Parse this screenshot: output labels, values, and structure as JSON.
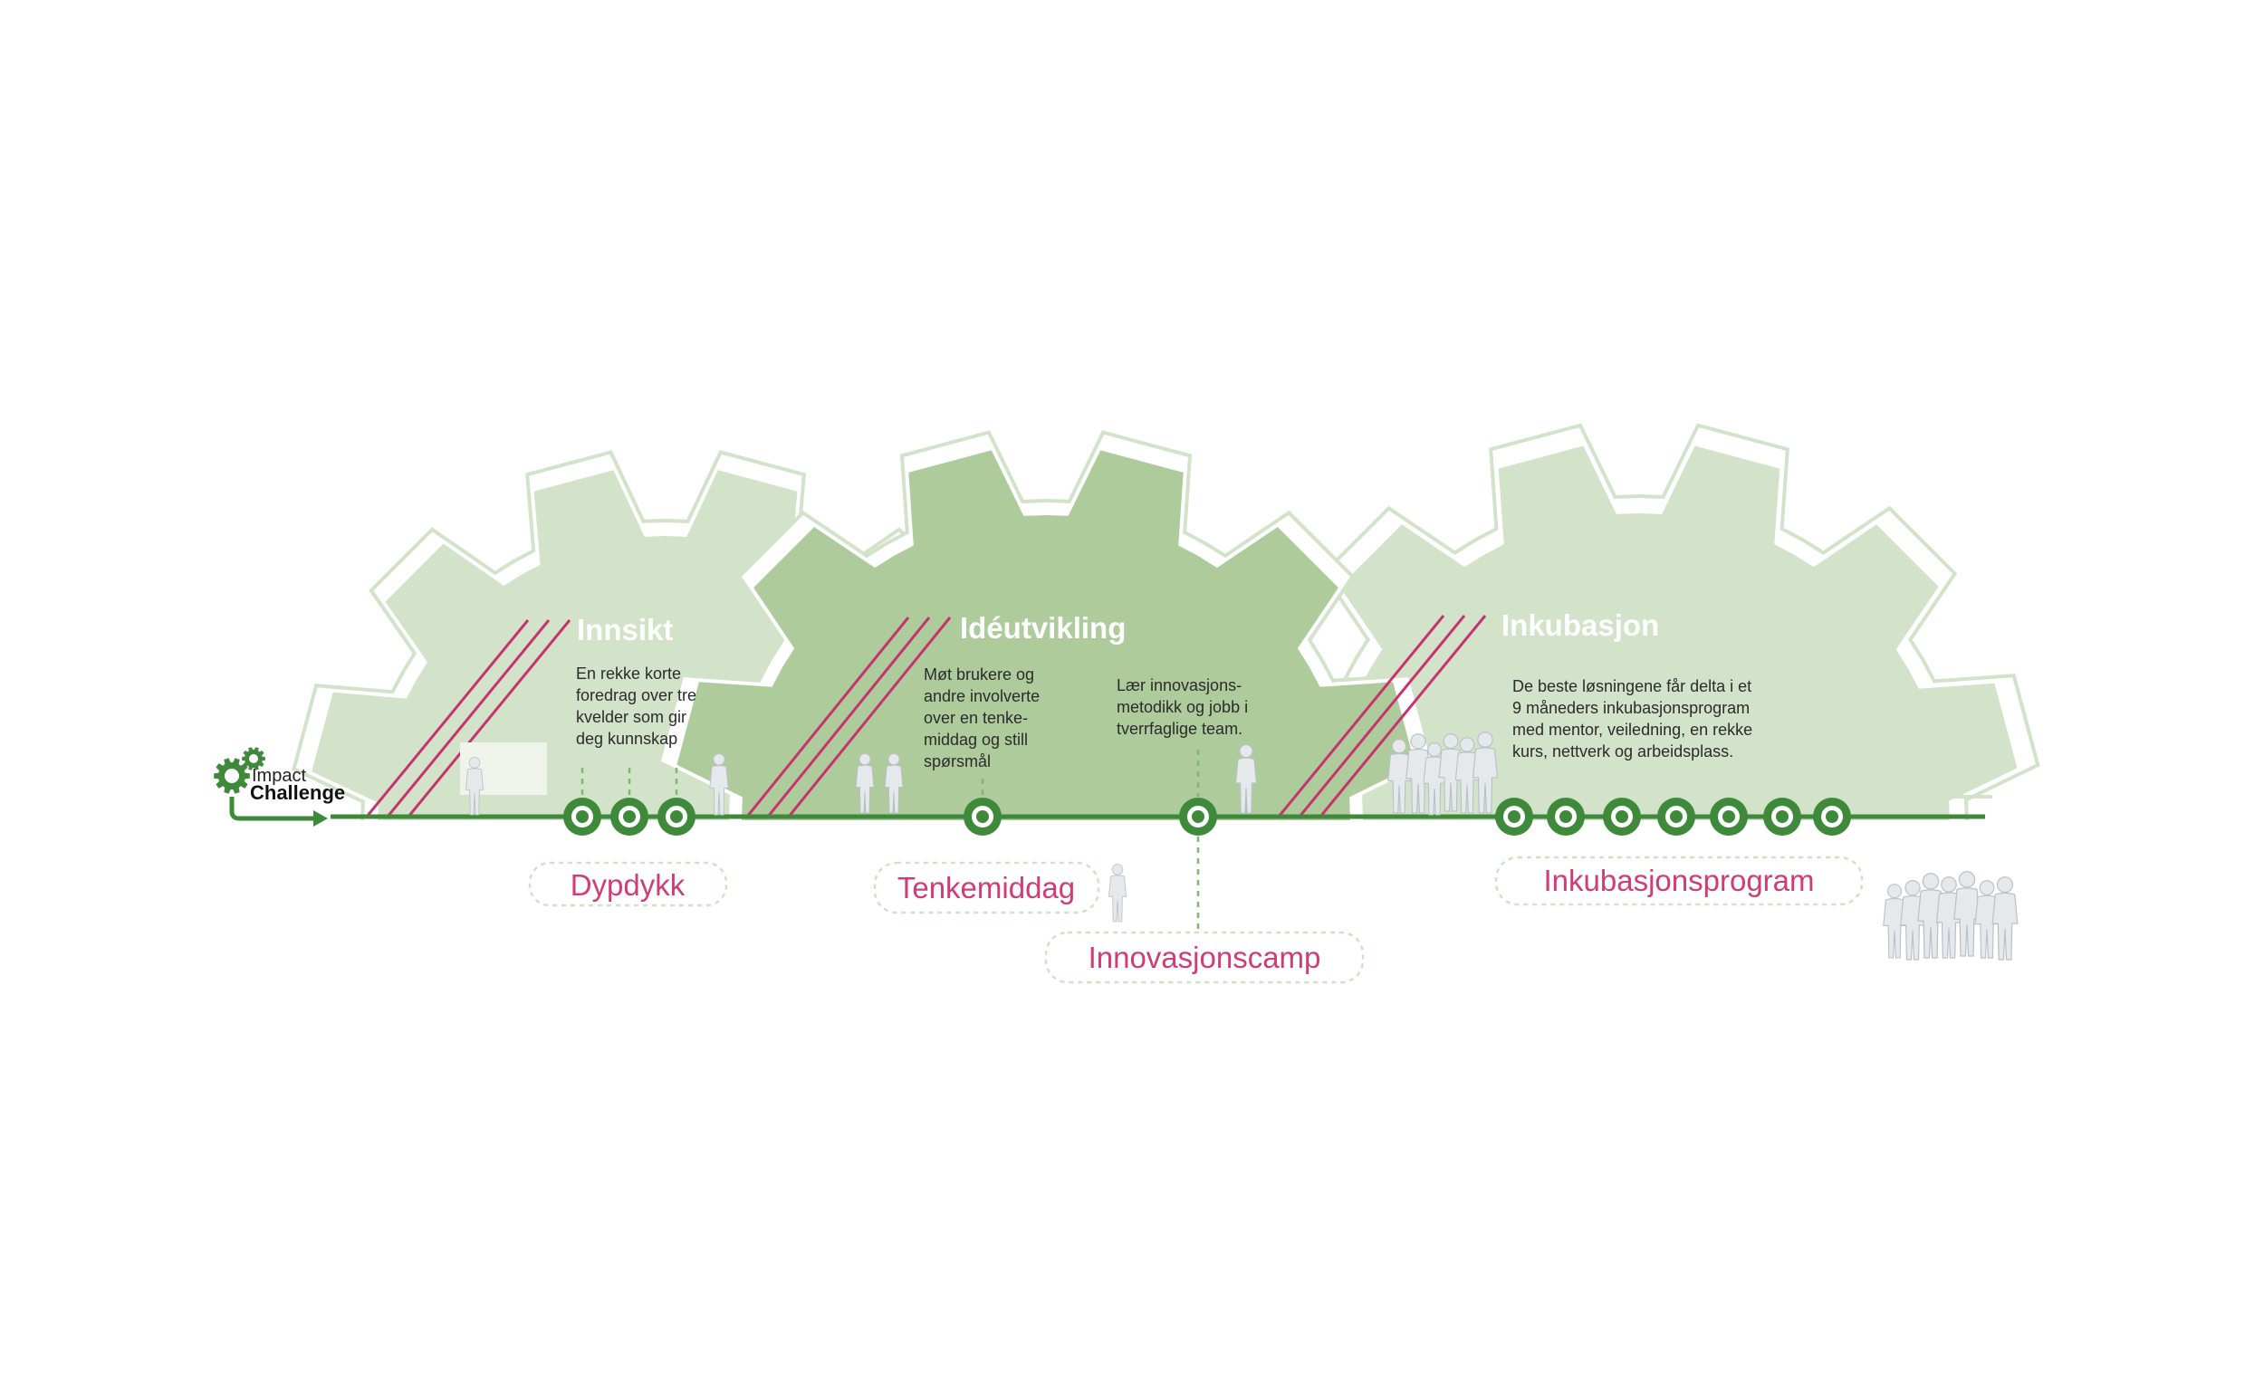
{
  "logo": {
    "line1": "Impact",
    "line2": "Challenge"
  },
  "phases": [
    {
      "title": "Innsikt",
      "description": [
        "En rekke korte",
        "foredrag over tre",
        "kvelder som gir",
        "deg kunnskap"
      ]
    },
    {
      "title": "Idéutvikling",
      "description": [
        "Møt brukere og",
        "andre involverte",
        "over en tenke-",
        "middag og still",
        "spørsmål"
      ],
      "description2": [
        "Lær innovasjons-",
        "metodikk og jobb i",
        "tverrfaglige team."
      ]
    },
    {
      "title": "Inkubasjon",
      "description": [
        "De beste løsningene får delta i et",
        "9 måneders inkubasjonsprogram",
        "med mentor, veiledning, en rekke",
        "kurs, nettverk og arbeidsplass."
      ]
    }
  ],
  "steps": [
    {
      "label": "Dypdykk"
    },
    {
      "label": "Tenkemiddag"
    },
    {
      "label": "Innovasjonscamp"
    },
    {
      "label": "Inkubasjonsprogram"
    }
  ],
  "colors": {
    "gear_light": "#d2e3c9",
    "gear_dark": "#aecb9c",
    "timeline": "#3f8a3a",
    "accent_pink": "#d03c78",
    "stripe": "#c7336d",
    "figure": "#e6e9ec"
  },
  "icons": [
    "impact-challenge-logo-icon",
    "gear-node-icon",
    "person-figure-icon"
  ]
}
